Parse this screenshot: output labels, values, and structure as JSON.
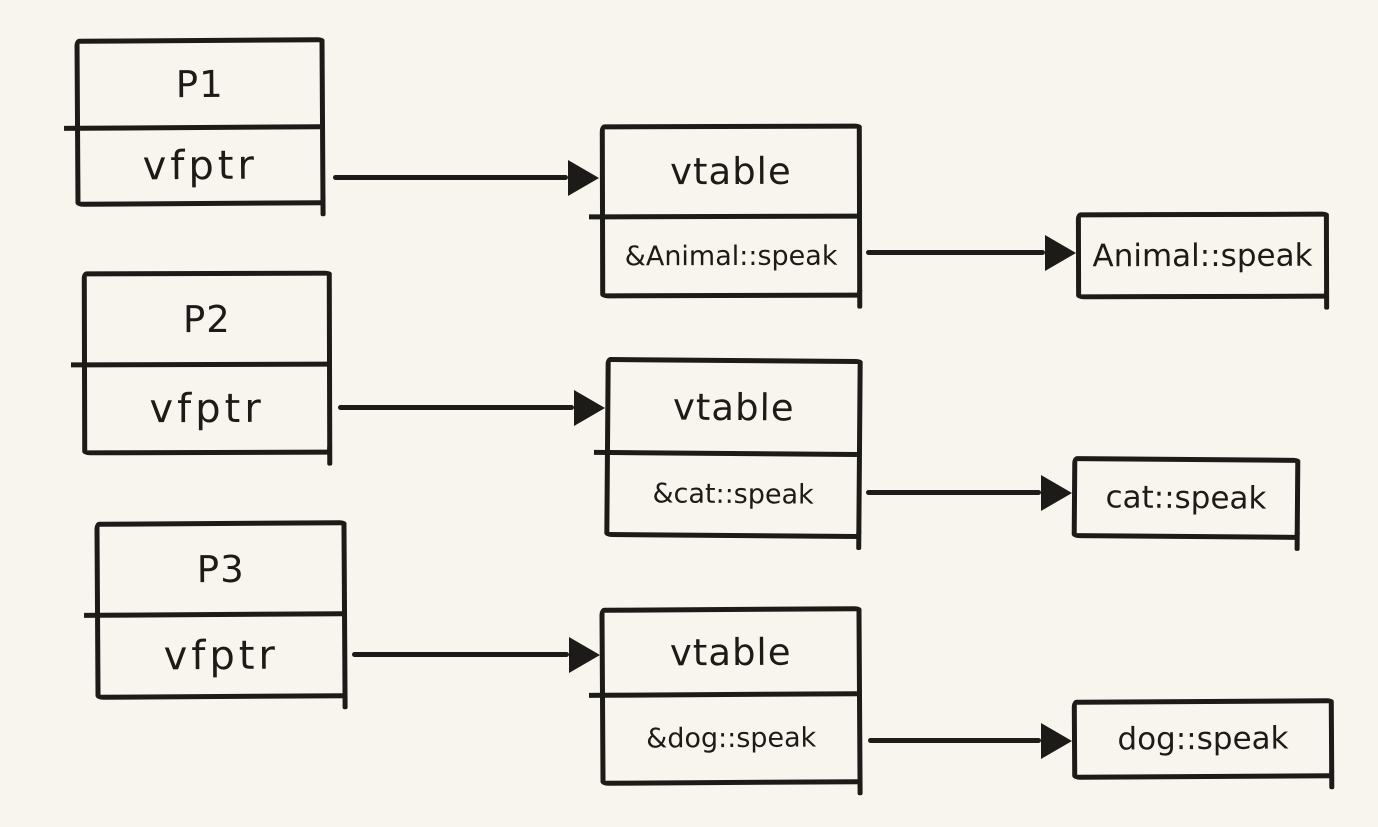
{
  "colors": {
    "background": "#f8f4ee",
    "ink": "#1d1b17"
  },
  "nodes": {
    "p1": {
      "title": "P1",
      "field": "vfptr"
    },
    "p2": {
      "title": "P2",
      "field": "vfptr"
    },
    "p3": {
      "title": "P3",
      "field": "vfptr"
    },
    "vtable1": {
      "title": "vtable",
      "field": "&Animal::speak"
    },
    "vtable2": {
      "title": "vtable",
      "field": "&cat::speak"
    },
    "vtable3": {
      "title": "vtable",
      "field": "&dog::speak"
    },
    "func1": {
      "label": "Animal::speak"
    },
    "func2": {
      "label": "cat::speak"
    },
    "func3": {
      "label": "dog::speak"
    }
  },
  "edges": [
    {
      "from": "p1.vfptr",
      "to": "vtable1"
    },
    {
      "from": "vtable1.&Animal::speak",
      "to": "func1"
    },
    {
      "from": "p2.vfptr",
      "to": "vtable2"
    },
    {
      "from": "vtable2.&cat::speak",
      "to": "func2"
    },
    {
      "from": "p3.vfptr",
      "to": "vtable3"
    },
    {
      "from": "vtable3.&dog::speak",
      "to": "func3"
    }
  ]
}
